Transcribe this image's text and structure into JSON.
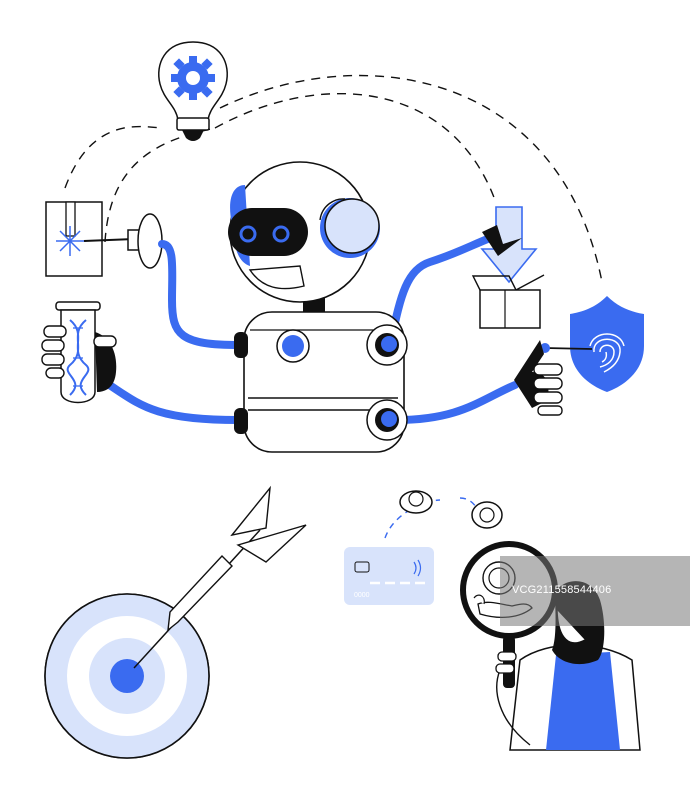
{
  "illustration": {
    "subject": "robot-automation",
    "colors": {
      "accent": "#3A6BF0",
      "light": "#D8E3FB",
      "ink": "#111111"
    }
  },
  "credit_card": {
    "number": "0000"
  },
  "watermark": {
    "text": "VCG211558544406"
  }
}
